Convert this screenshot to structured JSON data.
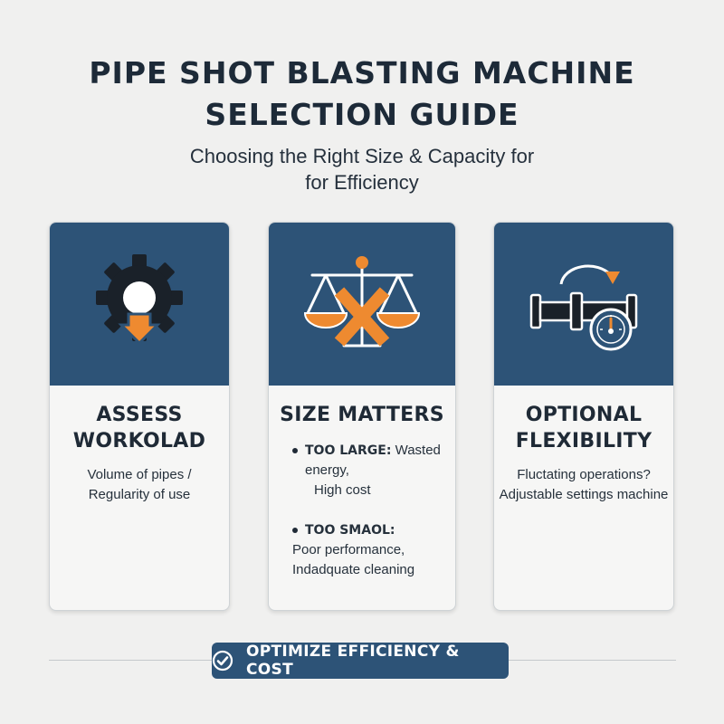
{
  "header": {
    "title_line1": "PIPE SHOT BLASTING MACHINE",
    "title_line2": "SELECTION GUIDE",
    "subtitle_line1": "Choosing the Right Size & Capacity for",
    "subtitle_line2": "for Efficiency"
  },
  "cards": [
    {
      "icon": "gear-down-arrow-icon",
      "title_line1": "ASSESS",
      "title_line2": "WORKOLAD",
      "text_line1": "Volume of pipes /",
      "text_line2": "Regularity of use"
    },
    {
      "icon": "balance-scale-x-icon",
      "title": "SIZE MATTERS",
      "bullets": [
        {
          "label": "TOO LARGE:",
          "line1": "Wasted",
          "line2": "energy,",
          "line3": "High cost"
        },
        {
          "label": "TOO SMAOL:",
          "line1": "",
          "line2": "Poor performance,",
          "line3": "Indadquate cleaning"
        }
      ]
    },
    {
      "icon": "pipe-gauge-icon",
      "title_line1": "OPTIONAL",
      "title_line2": "FLEXIBILITY",
      "text_line1": "Fluctating operations?",
      "text_line2": "Adjustable settings machine"
    }
  ],
  "footer": {
    "banner_label": "OPTIMIZE EFFICIENCY & COST",
    "banner_icon": "check-circle-icon"
  },
  "colors": {
    "navy": "#2d5377",
    "orange": "#ee8a30",
    "dark": "#1f2a36",
    "background": "#f0f0ef"
  }
}
